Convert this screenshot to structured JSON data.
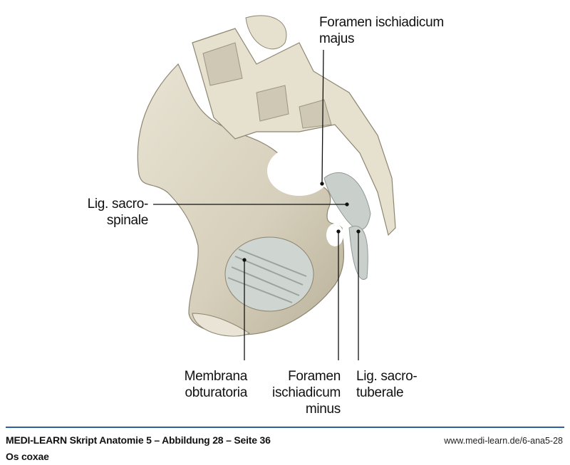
{
  "labels": {
    "foramen_majus": [
      "Foramen ischiadicum",
      "majus"
    ],
    "lig_sacrospinale": [
      "Lig. sacro-",
      "spinale"
    ],
    "membrana": [
      "Membrana",
      "obturatoria"
    ],
    "foramen_minus": [
      "Foramen",
      "ischiadicum",
      "minus"
    ],
    "lig_sacrotuberale": [
      "Lig. sacro-",
      "tuberale"
    ]
  },
  "footer": {
    "title": "MEDI-LEARN Skript Anatomie 5 – Abbildung 28 – Seite 36",
    "subtitle": "Os coxae",
    "url": "www.medi-learn.de/6-ana5-28"
  },
  "colors": {
    "rule": "#2f5f9f",
    "bone": "#dcd6c4",
    "ligament": "#c9d0cc"
  }
}
